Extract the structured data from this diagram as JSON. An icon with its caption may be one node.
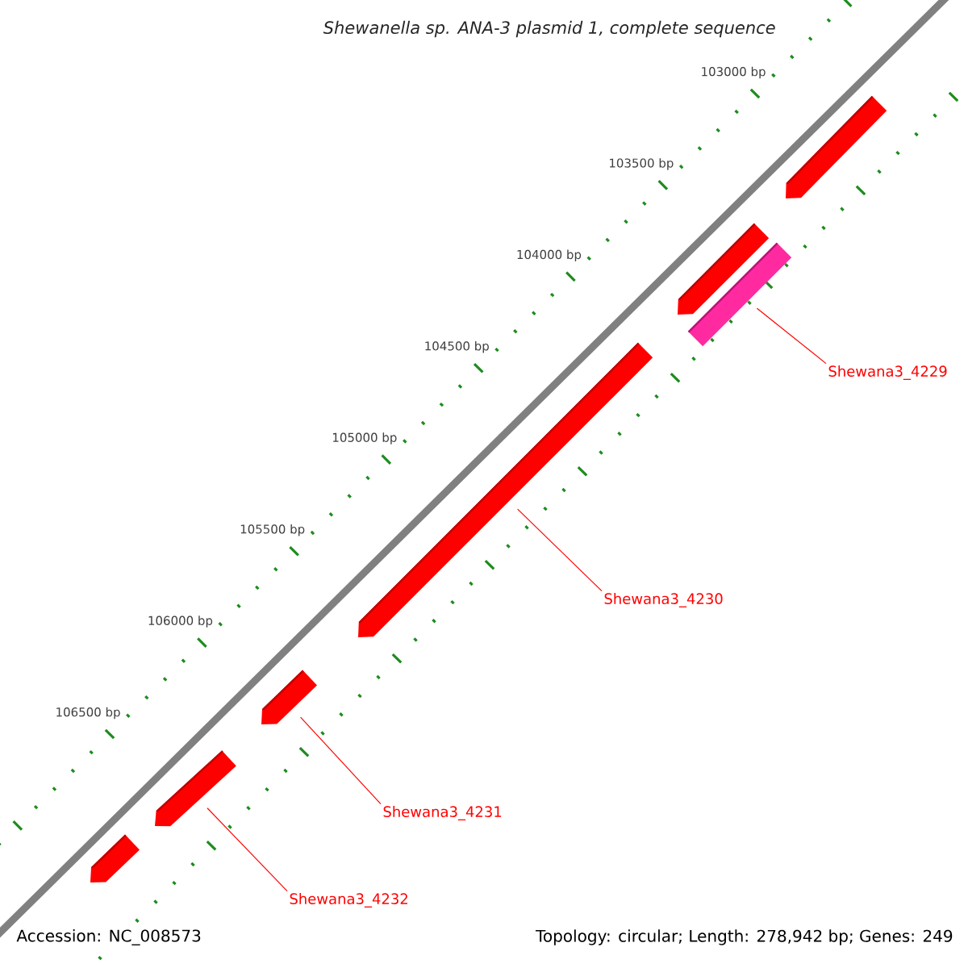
{
  "diagram": {
    "title": "Shewanella sp. ANA-3 plasmid 1, complete sequence",
    "nodes": [
      {
        "text": [],
        "shape": "arrow"
      },
      {
        "text": [],
        "shape": "arrow"
      },
      {
        "text": [],
        "shape": "bar"
      },
      {
        "text": [],
        "shape": "arrow"
      },
      {
        "text": [],
        "shape": "arrow"
      },
      {
        "text": [],
        "shape": "arrow"
      },
      {
        "text": [],
        "shape": "arrow"
      },
      {
        "text": [
          "Shewana3_4229"
        ]
      },
      {
        "text": [
          "Shewana3_4230"
        ]
      },
      {
        "text": [
          "Shewana3_4231"
        ]
      },
      {
        "text": [
          "Shewana3_4232"
        ]
      }
    ],
    "edges": [
      {
        "from": 7,
        "to": 2,
        "arrow": "none"
      },
      {
        "from": 8,
        "to": 3,
        "arrow": "none"
      },
      {
        "from": 9,
        "to": 4,
        "arrow": "none"
      },
      {
        "from": 10,
        "to": 5,
        "arrow": "none"
      }
    ],
    "labels": [
      "103000 bp",
      "103500 bp",
      "104000 bp",
      "104500 bp",
      "105000 bp",
      "105500 bp",
      "106000 bp",
      "106500 bp",
      "Accession: NC_008573",
      "Topology: circular; Length: 278,942 bp; Genes: 249"
    ]
  }
}
